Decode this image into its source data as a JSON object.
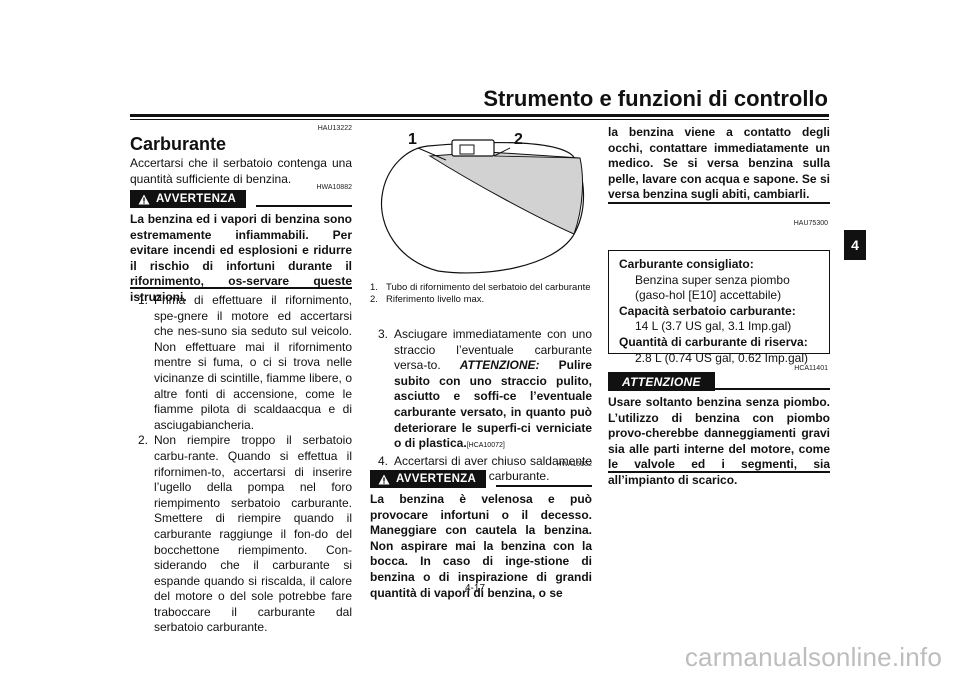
{
  "header": {
    "title": "Strumento e funzioni di controllo",
    "chapter_tab": "4",
    "page_number": "4-17"
  },
  "col1": {
    "code_fuel": "HAU13222",
    "title": "Carburante",
    "intro": "Accertarsi che il serbatoio contenga una quantità sufficiente di benzina.",
    "code_warn": "HWA10882",
    "warn_label": "AVVERTENZA",
    "warn_text": "La benzina ed i vapori di benzina sono estremamente infiammabili. Per evitare incendi ed esplosioni e ridurre il rischio di infortuni durante il rifornimento, os-servare queste istruzioni.",
    "steps": [
      {
        "n": "1.",
        "text": "Prima di effettuare il rifornimento, spe-gnere il motore ed accertarsi che nes-suno sia seduto sul veicolo. Non effettuare mai il rifornimento mentre si fuma, o ci si trova nelle vicinanze di scintille, fiamme libere, o altre fonti di accensione, come le fiamme pilota di scaldaacqua e di asciugabiancheria."
      },
      {
        "n": "2.",
        "text": "Non riempire troppo il serbatoio carbu-rante. Quando si effettua il rifornimen-to, accertarsi di inserire l’ugello della pompa nel foro riempimento serbatoio carburante. Smettere di riempire quando il carburante raggiunge il fon-do del bocchettone riempimento. Con-siderando che il carburante si espande quando si riscalda, il calore del motore o del sole potrebbe fare traboccare il carburante dal serbatoio carburante."
      }
    ]
  },
  "col2": {
    "figure_label_1": "1",
    "figure_label_2": "2",
    "captions": [
      {
        "n": "1.",
        "text": "Tubo di rifornimento del serbatoio del carburante"
      },
      {
        "n": "2.",
        "text": "Riferimento livello max."
      }
    ],
    "step3_n": "3.",
    "step3_pre": "Asciugare immediatamente con uno straccio l’eventuale carburante versa-to.",
    "step3_att": "ATTENZIONE:",
    "step3_bold": "Pulire subito con uno straccio pulito, asciutto e soffi-ce l’eventuale carburante versato, in quanto può deteriorare le superfi-ci verniciate o di plastica.",
    "step3_code": "[HCA10072]",
    "step4_n": "4.",
    "step4_text": "Accertarsi di aver chiuso saldamente il tappo serbatoio carburante.",
    "code_warn": "HWA15152",
    "warn_label": "AVVERTENZA",
    "warn_text": "La benzina è velenosa e può provocare infortuni o il decesso. Maneggiare con cautela la benzina. Non aspirare mai la benzina con la bocca. In caso di inge-stione di benzina o di inspirazione di grandi quantità di vapori di benzina, o se"
  },
  "col3": {
    "warn_cont": "la benzina viene a contatto degli occhi, contattare immediatamente un medico. Se si versa benzina sulla pelle, lavare con acqua e sapone. Se si versa benzina sugli abiti, cambiarli.",
    "code_spec": "HAU75300",
    "spec": {
      "recommended_label": "Carburante consigliato:",
      "recommended_value": "Benzina super senza piombo (gaso-hol [E10] accettabile)",
      "capacity_label": "Capacità serbatoio carburante:",
      "capacity_value": "14 L (3.7 US gal, 3.1 Imp.gal)",
      "reserve_label": "Quantità di carburante di riserva:",
      "reserve_value": "2.8 L (0.74 US gal, 0.62 Imp.gal)"
    },
    "code_att": "HCA11401",
    "att_label": "ATTENZIONE",
    "att_text": "Usare soltanto benzina senza piombo. L’utilizzo di benzina con piombo provo-cherebbe danneggiamenti gravi sia alle parti interne del motore, come le valvole ed i segmenti, sia all’impianto di scarico."
  },
  "watermark": "carmanualsonline.info"
}
